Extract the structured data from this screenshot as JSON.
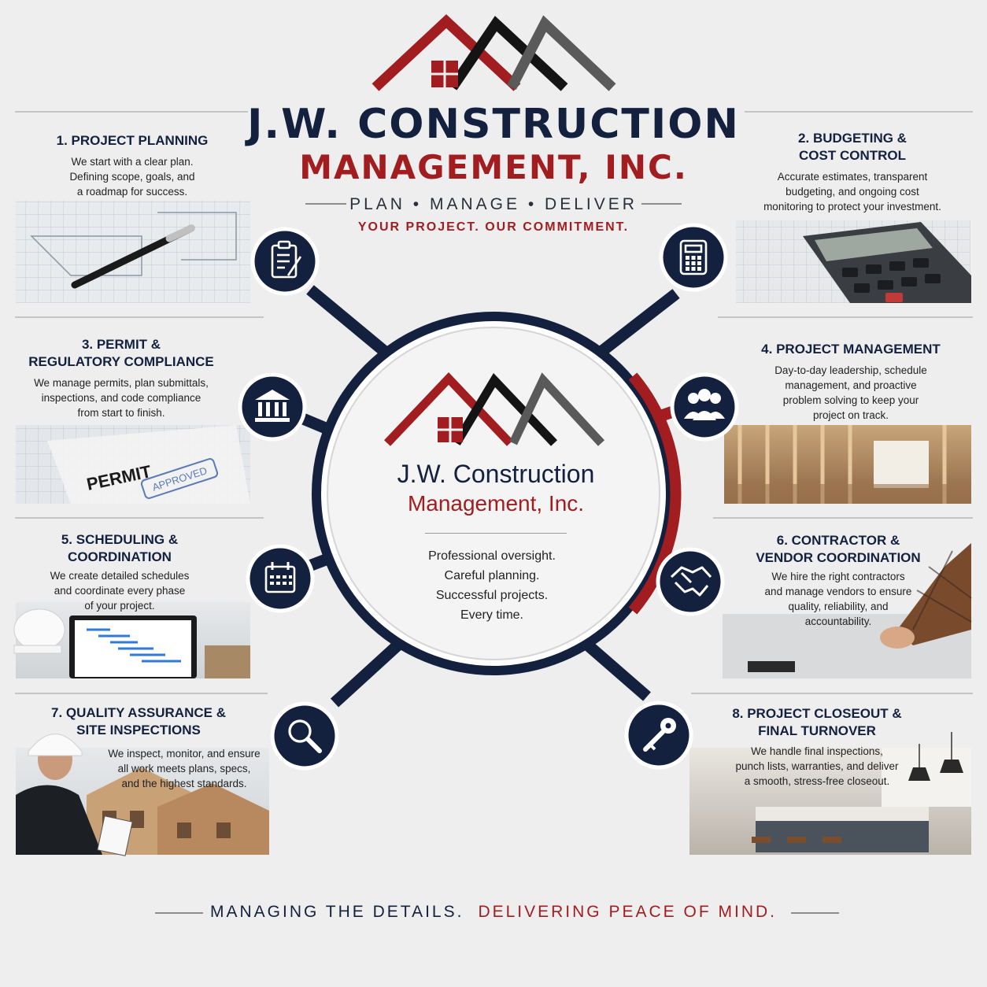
{
  "header": {
    "title_line1": "J.W. CONSTRUCTION",
    "title_line2": "MANAGEMENT, INC.",
    "tagline": "PLAN  •  MANAGE  •  DELIVER",
    "slogan": "YOUR PROJECT. OUR COMMITMENT."
  },
  "center": {
    "name_line1": "J.W. Construction",
    "name_line2": "Management, Inc.",
    "description": [
      "Professional oversight.",
      "Careful planning.",
      "Successful projects.",
      "Every time."
    ]
  },
  "steps": [
    {
      "title": [
        "1. PROJECT PLANNING"
      ],
      "description": [
        "We start with a clear plan.",
        "Defining scope, goals, and",
        "a  roadmap for success."
      ],
      "icon": "clipboard-icon",
      "image_text": ""
    },
    {
      "title": [
        "2. BUDGETING &",
        "COST CONTROL"
      ],
      "description": [
        "Accurate estimates, transparent",
        "budgeting, and ongoing cost",
        "monitoring to protect your investment."
      ],
      "icon": "calculator-icon",
      "image_text": ""
    },
    {
      "title": [
        "3. PERMIT &",
        "REGULATORY COMPLIANCE"
      ],
      "description": [
        "We manage permits, plan submittals,",
        "inspections, and code compliance",
        "from start to finish."
      ],
      "icon": "government-building-icon",
      "image_text": "PERMIT",
      "stamp_text": "APPROVED"
    },
    {
      "title": [
        "4. PROJECT MANAGEMENT"
      ],
      "description": [
        "Day-to-day leadership, schedule",
        "management, and proactive",
        "problem solving to keep your",
        "project on track."
      ],
      "icon": "team-icon",
      "image_text": ""
    },
    {
      "title": [
        "5. SCHEDULING &",
        "COORDINATION"
      ],
      "description": [
        "We create detailed schedules",
        "and coordinate every phase",
        "of your project."
      ],
      "icon": "calendar-icon",
      "image_text": ""
    },
    {
      "title": [
        "6. CONTRACTOR &",
        "VENDOR COORDINATION"
      ],
      "description": [
        "We hire the right contractors",
        "and manage vendors to ensure",
        "quality, reliability, and",
        "accountability."
      ],
      "icon": "handshake-icon",
      "image_text": ""
    },
    {
      "title": [
        "7. QUALITY ASSURANCE &",
        "SITE INSPECTIONS"
      ],
      "description": [
        "We inspect, monitor, and ensure",
        "all work meets plans, specs,",
        "and the highest standards."
      ],
      "icon": "magnifier-icon",
      "image_text": ""
    },
    {
      "title": [
        "8. PROJECT CLOSEOUT &",
        "FINAL TURNOVER"
      ],
      "description": [
        "We handle final inspections,",
        "punch lists, warranties, and deliver",
        "a smooth, stress-free closeout."
      ],
      "icon": "key-icon",
      "image_text": ""
    }
  ],
  "footer": {
    "part1": "MANAGING THE DETAILS.",
    "part2": "DELIVERING PEACE OF MIND."
  },
  "colors": {
    "navy": "#13213f",
    "red": "#a11d1f",
    "charcoal": "#5a5a5a",
    "background": "#eeeeee"
  }
}
